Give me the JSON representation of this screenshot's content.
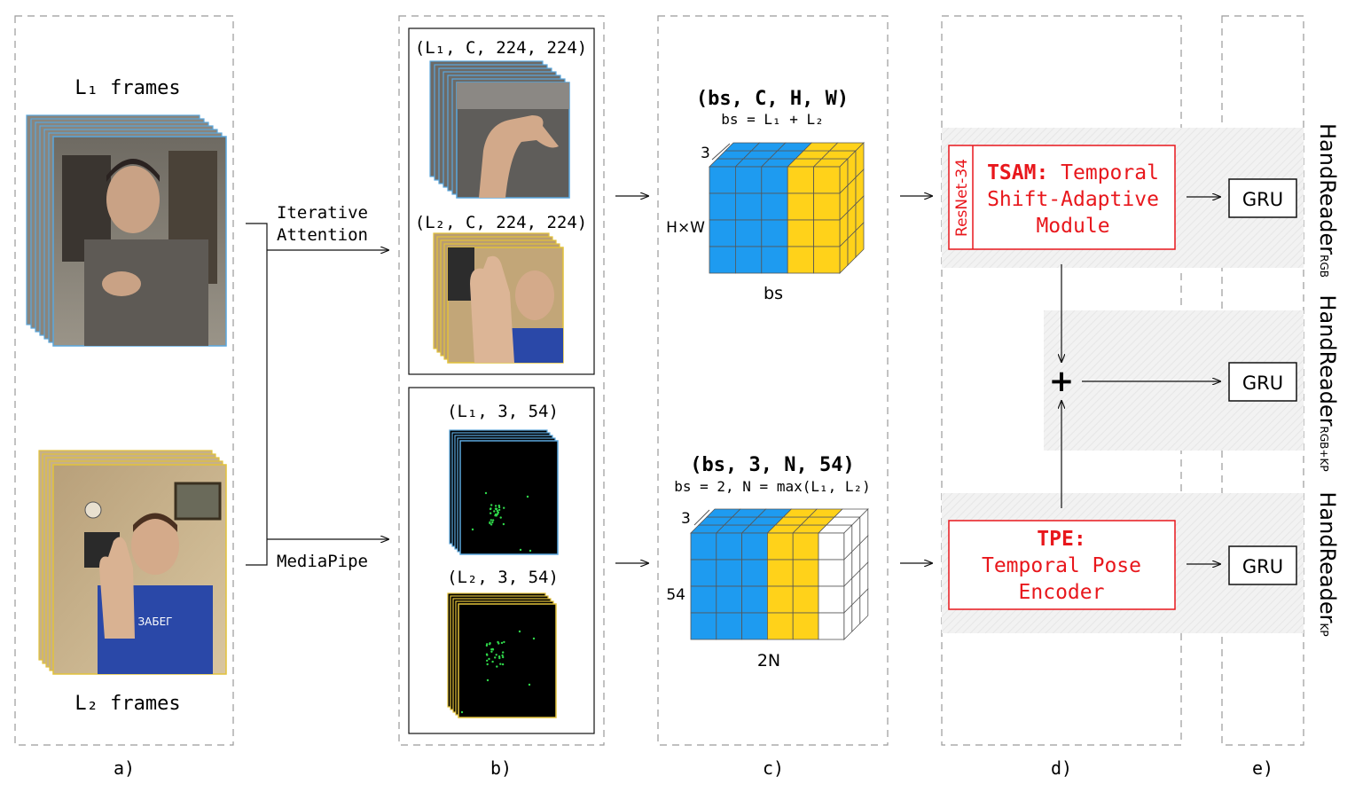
{
  "colors": {
    "blue": "#1e9bf0",
    "yellow": "#ffd21a",
    "red": "#e8171c",
    "frame_blue": "#5aa7dd",
    "frame_yellow": "#e2c23a",
    "keypoint_green": "#2fd84a",
    "dashed_gray": "#9a9a9a",
    "shade": "#f0f0f0"
  },
  "panel_a": {
    "l1_label": "L₁ frames",
    "l2_label": "L₂ frames",
    "caption": "a)"
  },
  "connectors": {
    "iterative_attention_line1": "Iterative",
    "iterative_attention_line2": "Attention",
    "mediapipe": "MediaPipe"
  },
  "panel_b": {
    "rgb_l1_shape": "(L₁, C, 224, 224)",
    "rgb_l2_shape": "(L₂, C, 224, 224)",
    "kp_l1_shape": "(L₁, 3, 54)",
    "kp_l2_shape": "(L₂, 3, 54)",
    "caption": "b)"
  },
  "panel_c": {
    "top_shape": "(bs, C, H, W)",
    "top_formula": "bs = L₁ + L₂",
    "top_depth": "3",
    "top_height": "H×W",
    "top_width": "bs",
    "bottom_shape": "(bs, 3, N, 54)",
    "bottom_formula": "bs = 2, N = max(L₁, L₂)",
    "bottom_depth": "3",
    "bottom_height": "54",
    "bottom_width": "2N",
    "caption": "c)"
  },
  "panel_d": {
    "resnet": "ResNet-34",
    "tsam_bold": "TSAM:",
    "tsam_line1": " Temporal",
    "tsam_line2": "Shift-Adaptive",
    "tsam_line3": "Module",
    "tpe_bold": "TPE:",
    "tpe_line2": "Temporal Pose",
    "tpe_line3": "Encoder",
    "plus": "+",
    "caption": "d)"
  },
  "panel_e": {
    "gru_rgb": "GRU",
    "gru_fusion": "GRU",
    "gru_kp": "GRU",
    "caption": "e)"
  },
  "model_names": {
    "rgb_base": "HandReader",
    "rgb_sub": "RGB",
    "fusion_base": "HandReader",
    "fusion_sub": "RGB+KP",
    "kp_base": "HandReader",
    "kp_sub": "KP"
  }
}
